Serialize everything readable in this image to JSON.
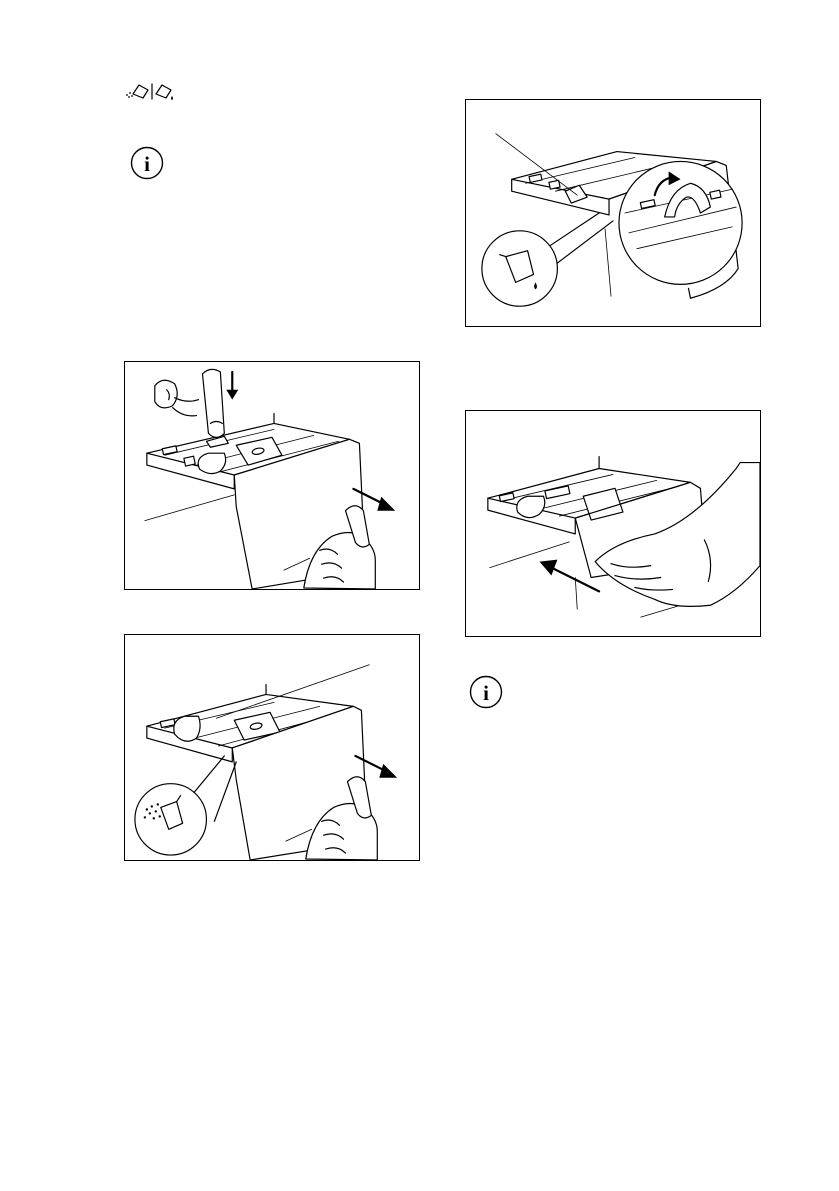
{
  "page": {
    "symbols": {
      "header_icon": "powder-and-liquid-detergent-icon",
      "info_icon": "info-icon",
      "liquid_icon": "liquid-detergent-icon",
      "powder_icon": "powder-detergent-icon"
    },
    "info_glyph": "i",
    "figures": [
      {
        "name": "press-release-and-pull-out-drawer",
        "arrows": [
          "down",
          "pull-out"
        ]
      },
      {
        "name": "powder-position-flap",
        "arrows": [
          "pull-out"
        ]
      },
      {
        "name": "liquid-position-flap",
        "arrows": [
          "rotate-up"
        ]
      },
      {
        "name": "push-drawer-back",
        "arrows": [
          "push-in"
        ]
      }
    ],
    "colors": {
      "ink": "#000000",
      "paper": "#ffffff"
    }
  }
}
